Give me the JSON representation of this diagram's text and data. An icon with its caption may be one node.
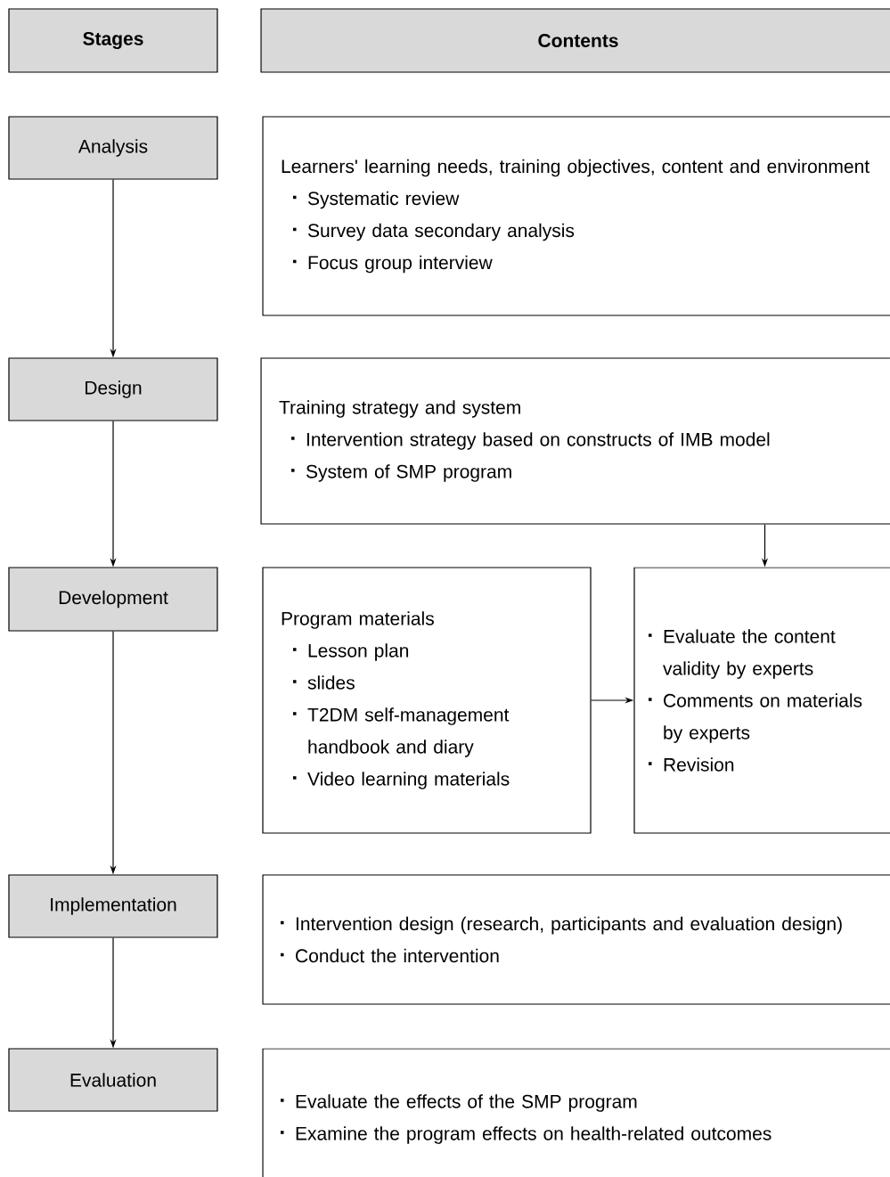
{
  "diagram": {
    "nodes": [
      {
        "text": [
          "Stages"
        ]
      },
      {
        "text": [
          "Contents"
        ]
      },
      {
        "text": [
          "Analysis"
        ]
      },
      {
        "text": [
          "Learners' learning needs, training objectives, content and environment",
          "Systematic review",
          "Survey data secondary analysis",
          "Focus group interview"
        ]
      },
      {
        "text": [
          "Design"
        ]
      },
      {
        "text": [
          "Training strategy and system",
          "Intervention strategy based on constructs of IMB model",
          "System of SMP program"
        ]
      },
      {
        "text": [
          "Development"
        ]
      },
      {
        "text": [
          "Program materials",
          "Lesson plan",
          "slides",
          "T2DM self-management handbook and diary",
          "Video learning materials"
        ]
      },
      {
        "text": [
          "Evaluate the content validity by experts",
          "Comments on materials by experts",
          "Revision"
        ]
      },
      {
        "text": [
          "Implementation"
        ]
      },
      {
        "text": [
          "Intervention design (research, participants and evaluation design)",
          "Conduct the intervention"
        ]
      },
      {
        "text": [
          "Evaluation"
        ]
      },
      {
        "text": [
          "Evaluate the effects of the SMP program",
          "Examine the program effects on health-related outcomes"
        ]
      }
    ],
    "edges": [
      {
        "from": 2,
        "to": 4,
        "arrow": "to"
      },
      {
        "from": 4,
        "to": 6,
        "arrow": "to"
      },
      {
        "from": 6,
        "to": 9,
        "arrow": "to"
      },
      {
        "from": 9,
        "to": 11,
        "arrow": "to"
      },
      {
        "from": 5,
        "to": 8,
        "arrow": "to"
      },
      {
        "from": 7,
        "to": 8,
        "arrow": "to"
      }
    ]
  }
}
